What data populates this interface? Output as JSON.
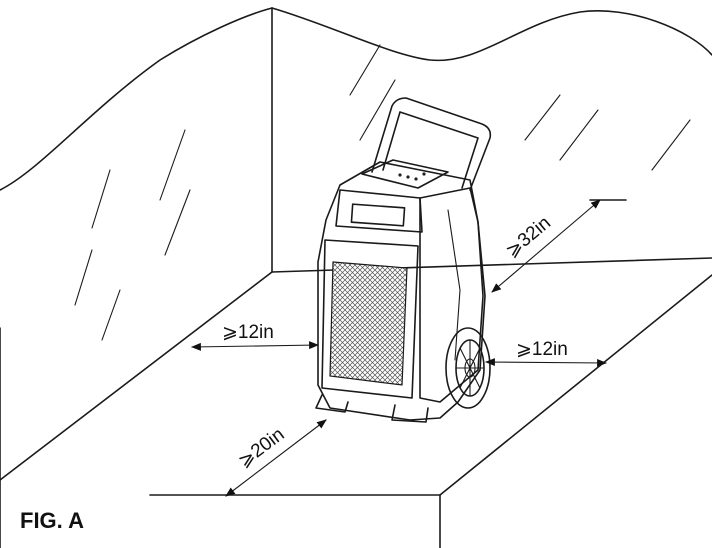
{
  "figure": {
    "label": "FIG. A",
    "clearances": {
      "left_wall": "⩾12in",
      "back_wall": "⩾32in",
      "right_side": "⩾12in",
      "front": "⩾20in"
    }
  }
}
